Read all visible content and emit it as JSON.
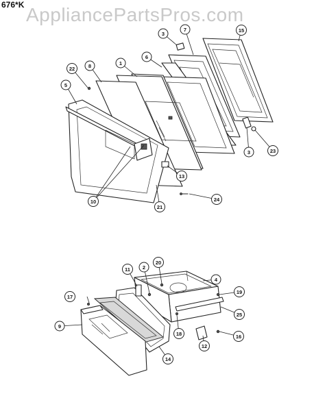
{
  "header": {
    "model": "676*K",
    "watermark": "AppliancePartsPros.com"
  },
  "callouts": [
    {
      "id": "c1",
      "label": "1"
    },
    {
      "id": "c2",
      "label": "2"
    },
    {
      "id": "c3a",
      "label": "3"
    },
    {
      "id": "c3b",
      "label": "3"
    },
    {
      "id": "c4",
      "label": "4"
    },
    {
      "id": "c5",
      "label": "5"
    },
    {
      "id": "c6",
      "label": "6"
    },
    {
      "id": "c7",
      "label": "7"
    },
    {
      "id": "c8",
      "label": "8"
    },
    {
      "id": "c9",
      "label": "9"
    },
    {
      "id": "c10",
      "label": "10"
    },
    {
      "id": "c11",
      "label": "11"
    },
    {
      "id": "c12",
      "label": "12"
    },
    {
      "id": "c13",
      "label": "13"
    },
    {
      "id": "c14",
      "label": "14"
    },
    {
      "id": "c15",
      "label": "15"
    },
    {
      "id": "c16",
      "label": "16"
    },
    {
      "id": "c17",
      "label": "17"
    },
    {
      "id": "c18",
      "label": "18"
    },
    {
      "id": "c19",
      "label": "19"
    },
    {
      "id": "c20",
      "label": "20"
    },
    {
      "id": "c21",
      "label": "21"
    },
    {
      "id": "c22",
      "label": "22"
    },
    {
      "id": "c23",
      "label": "23"
    },
    {
      "id": "c24",
      "label": "24"
    },
    {
      "id": "c25",
      "label": "25"
    }
  ]
}
